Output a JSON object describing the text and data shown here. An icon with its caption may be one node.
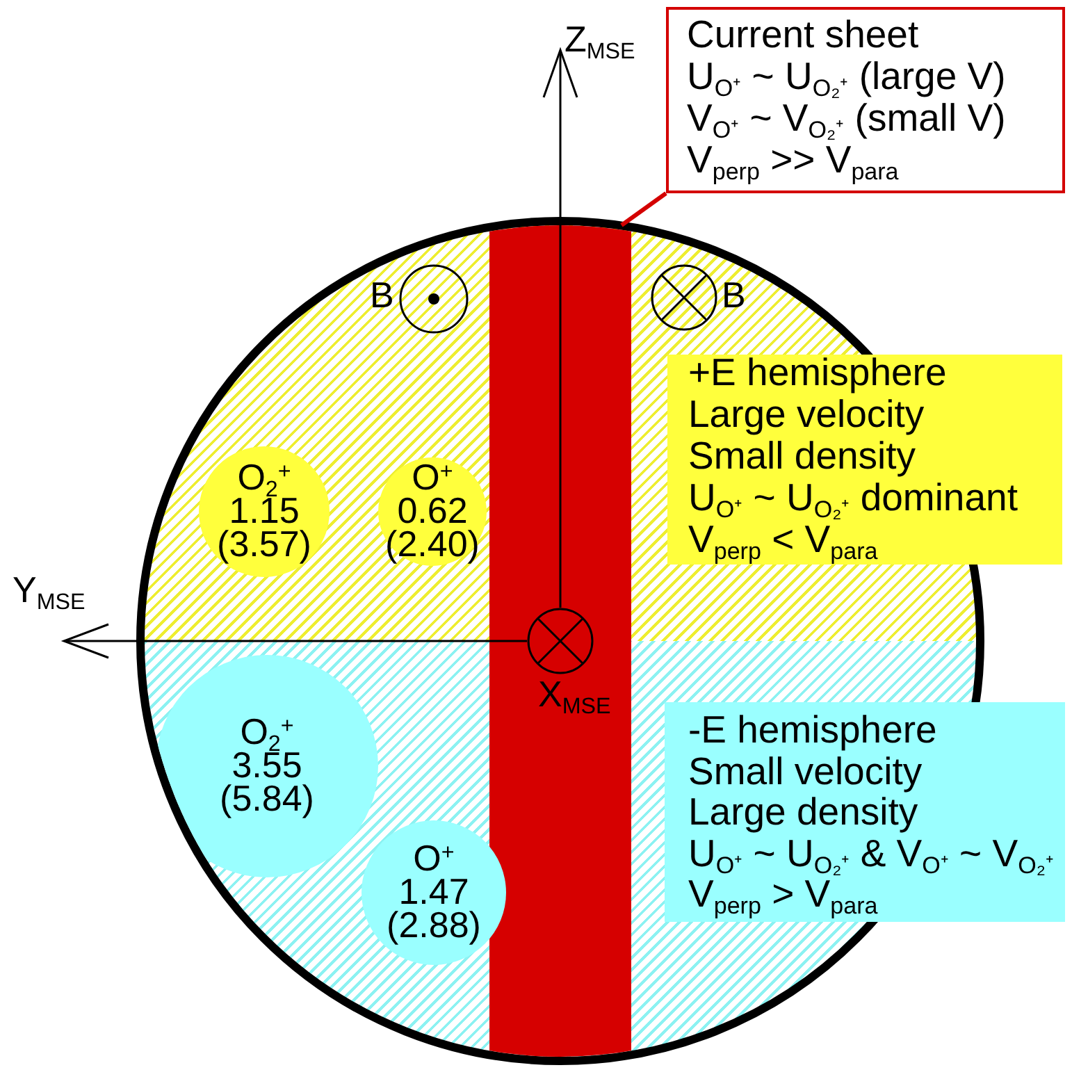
{
  "diagram": {
    "nodes": [
      {
        "text": [
          "Current sheet",
          "U$_{O⁺}$ ~ U$_{O₂⁺}$ (large V)",
          "V$_{O⁺}$ ~ V$_{O₂⁺}$ (small V)",
          "V$_{perp}$ >> V$_{para}$"
        ]
      },
      {
        "text": [],
        "shape": "circle"
      },
      {
        "text": [],
        "shape": "bar",
        "in": 1
      },
      {
        "text": [
          "O$_{2}$$^{+}$",
          "1.15",
          "(3.57)"
        ],
        "in": 1
      },
      {
        "text": [
          "O$^{+}$",
          "0.62",
          "(2.40)"
        ],
        "in": 1
      },
      {
        "text": [
          "+E hemisphere",
          "Large velocity",
          "Small density",
          "U$_{O⁺}$ ~ U$_{O₂⁺}$ dominant",
          "V$_{perp}$ < V$_{para}$"
        ]
      },
      {
        "text": [
          "O$_{2}$$^{+}$",
          "3.55",
          "(5.84)"
        ],
        "in": 1
      },
      {
        "text": [
          "O$^{+}$",
          "1.47",
          "(2.88)"
        ],
        "in": 1
      },
      {
        "text": [
          "-E hemisphere",
          "Small velocity",
          "Large density",
          "U$_{O⁺}$ ~ U$_{O₂⁺}$ & V$_{O⁺}$ ~ V$_{O₂⁺}$",
          "V$_{perp}$ > V$_{para}$"
        ]
      }
    ],
    "edges": [
      {
        "from": 0,
        "to": 2,
        "arrow": "none",
        "color": "#d40000"
      }
    ],
    "labels": [
      "Z$_{MSE}$",
      "B",
      "B",
      "Y$_{MSE}$",
      "X$_{MSE}$"
    ]
  }
}
